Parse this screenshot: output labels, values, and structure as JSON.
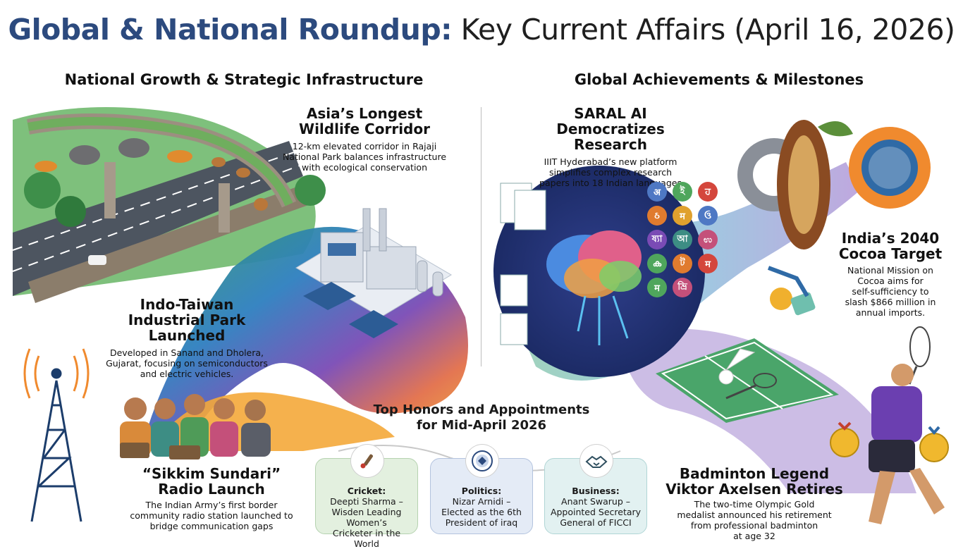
{
  "title": {
    "bold": "Global & National Roundup:",
    "rest": "Key Current Affairs (April 16, 2026)"
  },
  "sections": {
    "left": "National Growth & Strategic Infrastructure",
    "right": "Global Achievements & Milestones"
  },
  "features": {
    "wildlife": {
      "title_l1": "Asia’s Longest",
      "title_l2": "Wildlife Corridor",
      "desc_l1": "12-km elevated corridor in Rajaji",
      "desc_l2": "National Park balances infrastructure",
      "desc_l3": "with ecological conservation"
    },
    "taiwan": {
      "title_l1": "Indo-Taiwan",
      "title_l2": "Industrial Park",
      "title_l3": "Launched",
      "desc_l1": "Developed in Sanand and Dholera,",
      "desc_l2": "Gujarat, focusing on semiconductors",
      "desc_l3": "and electric vehicles."
    },
    "radio": {
      "title_l1": "“Sikkim Sundari”",
      "title_l2": "Radio Launch",
      "desc_l1": "The Indian Army’s first border",
      "desc_l2": "community radio station launched to",
      "desc_l3": "bridge communication gaps"
    },
    "saral": {
      "title_l1": "SARAL AI",
      "title_l2": "Democratizes Research",
      "desc_l1": "IIIT Hyderabad’s new platform",
      "desc_l2": "simplifies complex research",
      "desc_l3": "papers into 18 Indian languages"
    },
    "cocoa": {
      "title_l1": "India’s 2040",
      "title_l2": "Cocoa Target",
      "desc_l1": "National Mission on",
      "desc_l2": "Cocoa aims for",
      "desc_l3": "self-sufficiency to",
      "desc_l4": "slash $866 million in",
      "desc_l5": "annual imports."
    },
    "badminton": {
      "title_l1": "Badminton Legend",
      "title_l2": "Viktor Axelsen Retires",
      "desc_l1": "The two-time Olympic Gold",
      "desc_l2": "medalist announced his retirement",
      "desc_l3": "from professional badminton",
      "desc_l4": "at age 32"
    }
  },
  "honors": {
    "title_l1": "Top Honors and Appointments",
    "title_l2": "for Mid-April 2026",
    "cards": [
      {
        "category": "Cricket:",
        "l1": "Deepti Sharma –",
        "l2": "Wisden Leading Women’s",
        "l3": "Cricketer in the World",
        "icon": "cricket-bat-icon"
      },
      {
        "category": "Politics:",
        "l1": "Nizar Arnidi –",
        "l2": "Elected as the 6th",
        "l3": "President of iraq",
        "icon": "emblem-seal-icon"
      },
      {
        "category": "Business:",
        "l1": "Anant Swarup –",
        "l2": "Appointed Secretary",
        "l3": "General of FICCI",
        "icon": "handshake-icon"
      }
    ]
  },
  "languages": [
    "अ",
    "ই",
    "ਹ",
    "ઠ",
    "म",
    "ઉ",
    "ষ্যা",
    "আ",
    "ಉ",
    "ക",
    "ট",
    "म",
    "म",
    "ভ্রি"
  ],
  "colors": {
    "title_blue": "#2c4a7e",
    "card_green": "#e3f0df",
    "card_blue": "#e4ebf6",
    "card_teal": "#e2f1f1"
  }
}
